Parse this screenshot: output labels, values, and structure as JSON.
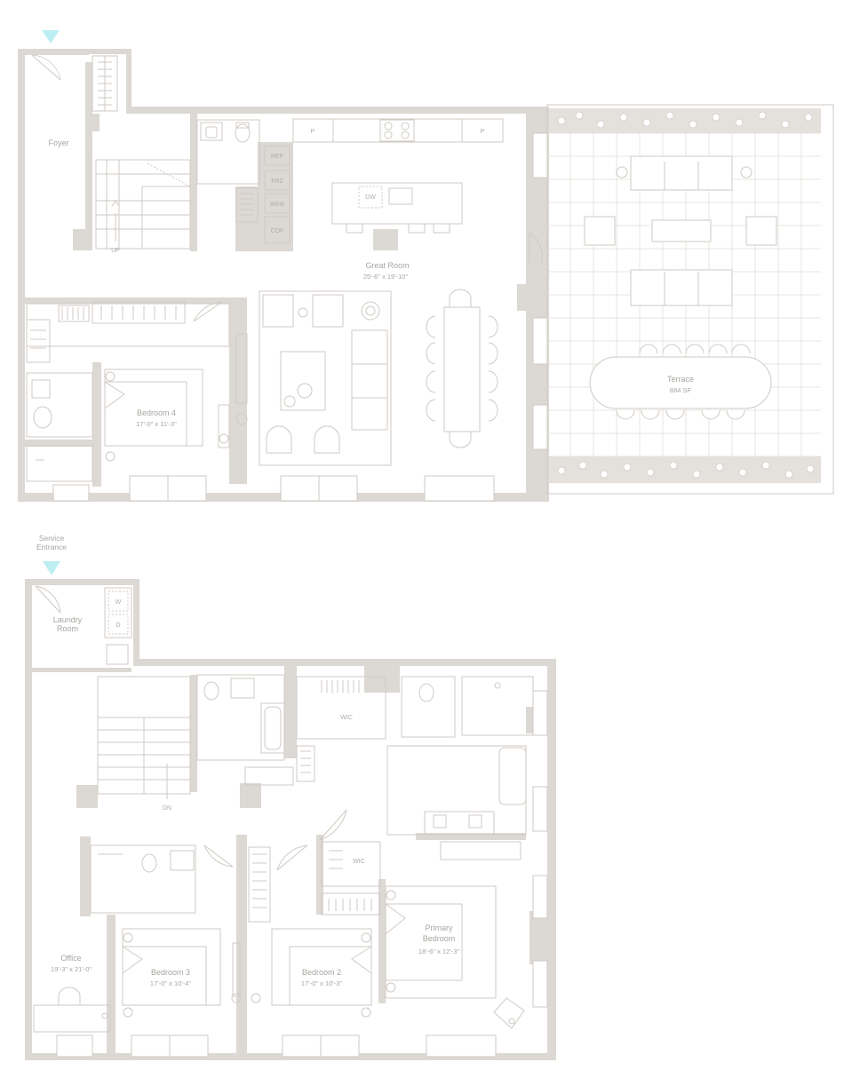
{
  "colors": {
    "wall": "#dcd8d3",
    "line": "#cfcac4",
    "text": "#a9a5a0",
    "entrance_marker": "#bdeef2",
    "planting": "#d8d4cf"
  },
  "upper_plan": {
    "rooms": {
      "foyer": {
        "name": "Foyer"
      },
      "great_room": {
        "name": "Great Room",
        "dims": "25'-6\" x 19'-10\""
      },
      "terrace": {
        "name": "Terrace",
        "dims": "884 SF"
      },
      "bedroom4": {
        "name": "Bedroom 4",
        "dims": "17'-0\" x 11'-3\""
      }
    },
    "fixtures": {
      "ref": "REF",
      "frz": "FRZ",
      "wine": "Wine",
      "cof": "COF",
      "dw": "DW",
      "p1": "P",
      "p2": "P",
      "up": "UP"
    }
  },
  "lower_plan": {
    "entrance": "Service Entrance",
    "rooms": {
      "laundry": {
        "name": "Laundry Room"
      },
      "office": {
        "name": "Office",
        "dims": "19'-3\" x 21'-0\""
      },
      "bedroom3": {
        "name": "Bedroom 3",
        "dims": "17'-0\" x 10'-4\""
      },
      "bedroom2": {
        "name": "Bedroom 2",
        "dims": "17'-0\" x 10'-3\""
      },
      "primary": {
        "name": "Primary Bedroom",
        "dims": "18'-6\" x 12'-3\""
      }
    },
    "fixtures": {
      "w": "W",
      "d": "D",
      "wic1": "WIC",
      "wic2": "WIC",
      "dn": "DN"
    }
  }
}
